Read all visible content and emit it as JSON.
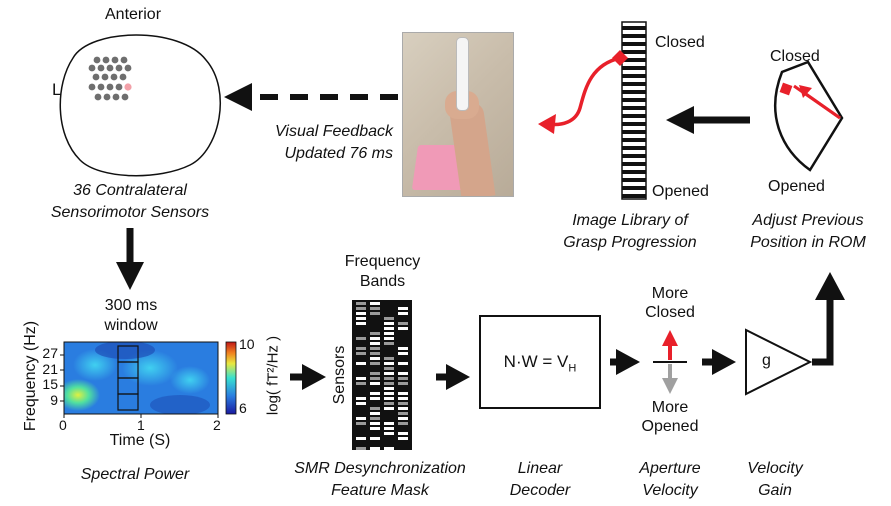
{
  "head": {
    "anterior": "Anterior",
    "left": "L"
  },
  "sensors_caption": [
    "36 Contralateral",
    "Sensorimotor Sensors"
  ],
  "feedback_caption": [
    "Visual Feedback",
    "Updated 76 ms"
  ],
  "library": {
    "closed": "Closed",
    "opened": "Opened",
    "caption": [
      "Image Library of",
      "Grasp Progression"
    ]
  },
  "rom": {
    "closed": "Closed",
    "opened": "Opened",
    "caption": [
      "Adjust Previous",
      "Position in ROM"
    ]
  },
  "spectrogram": {
    "window_label": [
      "300 ms",
      "window"
    ],
    "ylabel": "Frequency (Hz)",
    "yticks": [
      "27",
      "21",
      "15",
      "9"
    ],
    "xlabel": "Time (S)",
    "xticks": [
      "0",
      "1",
      "2"
    ],
    "colorbar_max": "10",
    "colorbar_min": "6",
    "colorbar_label": "log( fT²/Hz )",
    "caption": "Spectral Power"
  },
  "mask": {
    "top_label": [
      "Frequency",
      "Bands"
    ],
    "side_label": "Sensors",
    "caption": [
      "SMR Desynchronization",
      "Feature Mask"
    ]
  },
  "decoder": {
    "equation": "N·W = V",
    "subscript": "H",
    "caption": [
      "Linear",
      "Decoder"
    ]
  },
  "velocity": {
    "top": [
      "More",
      "Closed"
    ],
    "bottom": [
      "More",
      "Opened"
    ],
    "caption": [
      "Aperture",
      "Velocity"
    ]
  },
  "gain": {
    "symbol": "g",
    "caption": [
      "Velocity",
      "Gain"
    ]
  },
  "colors": {
    "red": "#e8202a",
    "gray": "#a0a0a0",
    "pink_dot": "#f2a0a8"
  }
}
